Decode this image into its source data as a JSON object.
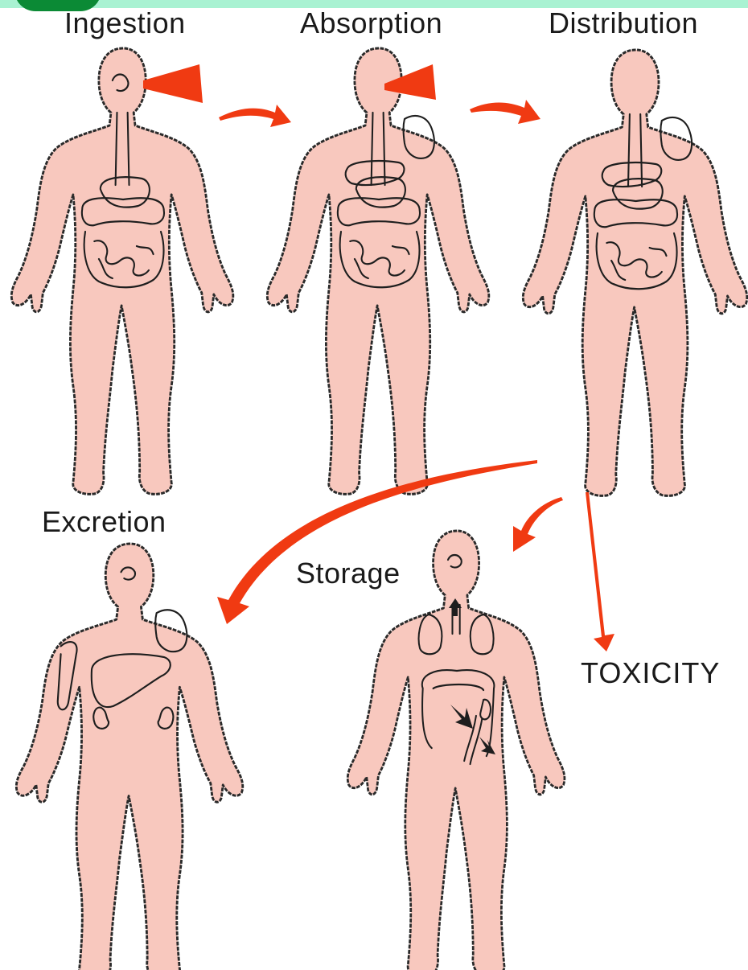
{
  "stages": {
    "ingestion": "Ingestion",
    "absorption": "Absorption",
    "distribution": "Distribution",
    "excretion": "Excretion",
    "storage": "Storage",
    "toxicity": "TOXICITY"
  },
  "colors": {
    "body_fill": "#f8c8be",
    "outline": "#2a2a2a",
    "arrow": "#f03a12",
    "top_band": "#a9f2d2",
    "corner_badge": "#0b8a35"
  }
}
